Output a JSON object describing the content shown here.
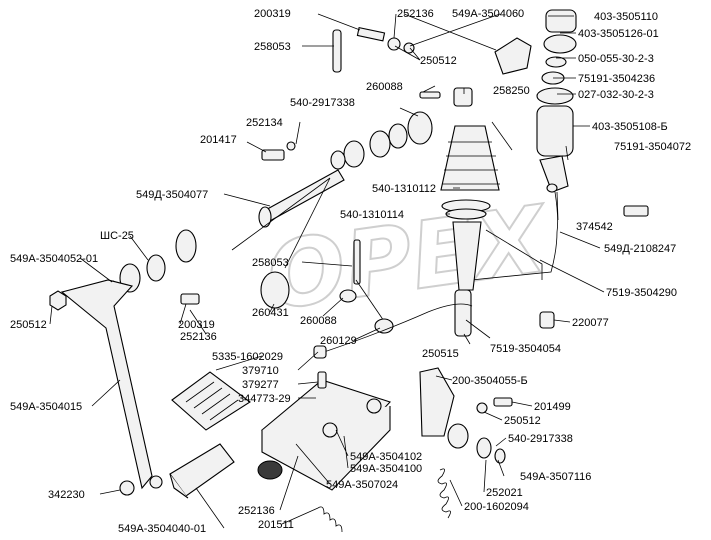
{
  "watermark": "OPEX",
  "labels": [
    "200319",
    "252136",
    "549A-3504060",
    "403-3505110",
    "258053",
    "403-3505126-01",
    "250512",
    "050-055-30-2-3",
    "75191-3504236",
    "260088",
    "027-032-30-2-3",
    "540-2917338",
    "258250",
    "252134",
    "403-3505108-Б",
    "201417",
    "75191-3504072",
    "540-1310112",
    "549Д-3504077",
    "374542",
    "540-1310114",
    "ШС-25",
    "549Д-2108247",
    "549А-3504052-01",
    "258053",
    "7519-3504290",
    "260431",
    "260088",
    "220077",
    "250512",
    "200319",
    "252136",
    "260129",
    "7519-3504054",
    "250515",
    "5335-1602029",
    "379710",
    "379277",
    "200-3504055-Б",
    "344773-29",
    "201499",
    "549А-3504015",
    "250512",
    "540-2917338",
    "549А-3504102",
    "549А-3504100",
    "549А-3507116",
    "549А-3507024",
    "342230",
    "252021",
    "252136",
    "200-1602094",
    "201511",
    "549А-3504040-01"
  ]
}
